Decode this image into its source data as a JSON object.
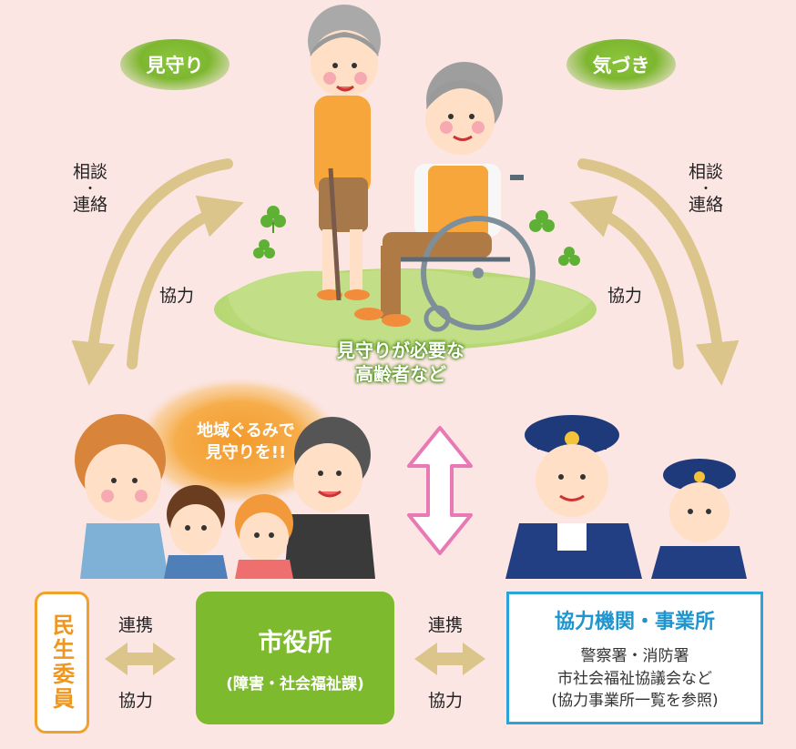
{
  "labels": {
    "mimamori": "見守り",
    "kizuki": "気づき",
    "soudan_left_1": "相談",
    "soudan_left_2": "連絡",
    "soudan_right_1": "相談",
    "soudan_right_2": "連絡",
    "dot": "・",
    "kyouryoku_left": "協力",
    "kyouryoku_right": "協力",
    "center_line1": "見守りが必要な",
    "center_line2": "高齢者など",
    "community_line1": "地域ぐるみで",
    "community_line2": "見守りを!!"
  },
  "bottom": {
    "minsei": "民生委員",
    "renkei_left": "連携",
    "kyouryoku_left": "協力",
    "city_title": "市役所",
    "city_dept": "(障害・社会福祉課)",
    "renkei_right": "連携",
    "kyouryoku_right": "協力",
    "partners_title": "協力機関・事業所",
    "partners_line1": "警察署・消防署",
    "partners_line2": "市社会福祉協議会など",
    "partners_line3": "(協力事業所一覧を参照)"
  },
  "icons": [
    "elderly-woman-with-cane-icon",
    "elderly-man-in-wheelchair-icon",
    "clover-icon",
    "family-icon",
    "police-officer-icon",
    "double-arrow-icon"
  ],
  "colors": {
    "background": "#fbe6e4",
    "green": "#7dba2d",
    "arrow_tan": "#dcc58b",
    "pink_arrow": "#e879b4",
    "orange": "#f0a12a",
    "blue": "#2aa3d9"
  }
}
